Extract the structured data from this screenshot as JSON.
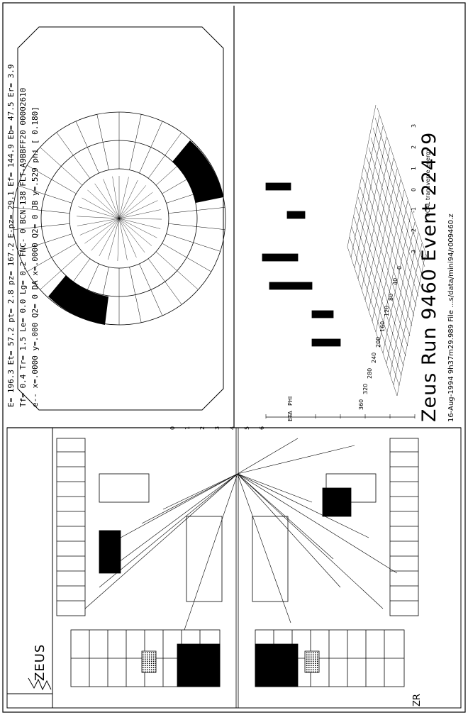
{
  "logo": {
    "text": "ZEUS"
  },
  "header_lines": [
    "E= 196.3 Et=  57.2 pt=   2.8 pz= 167.2 E-pz=  29.1 Ef= 144.9 Eb=  47.5 Er=   3.9",
    "Tf=   0.4 Tr=   1.5 Le=   0.0 Lg=   0.2 FNC-     0 BCN-138 FLT-A9BBFF20 00002610",
    "e-- x=.0000 y=.000 Q2=     0 DA x=.0000 Q2=     0 JB y=.529   phi [  0.180]"
  ],
  "title": "Zeus Run  9460 Event  22429",
  "subtitle": "16-Aug-1994   9h37m29.989 File ...s/data/mini94/r009460.z",
  "lego_plot": {
    "z_axis_ticks": [
      "6",
      "5",
      "4",
      "3",
      "2",
      "1",
      "0"
    ],
    "eta_ticks": [
      "-3",
      "-2",
      "-1",
      "0",
      "1",
      "2",
      "3"
    ],
    "phi_ticks": [
      "360",
      "320",
      "280",
      "240",
      "200",
      "160",
      "120",
      "80",
      "40",
      "0"
    ],
    "eta_label": "ETA",
    "phi_label": "PHI",
    "caption": "UCAL transverse energy"
  },
  "zr_label": "ZR"
}
